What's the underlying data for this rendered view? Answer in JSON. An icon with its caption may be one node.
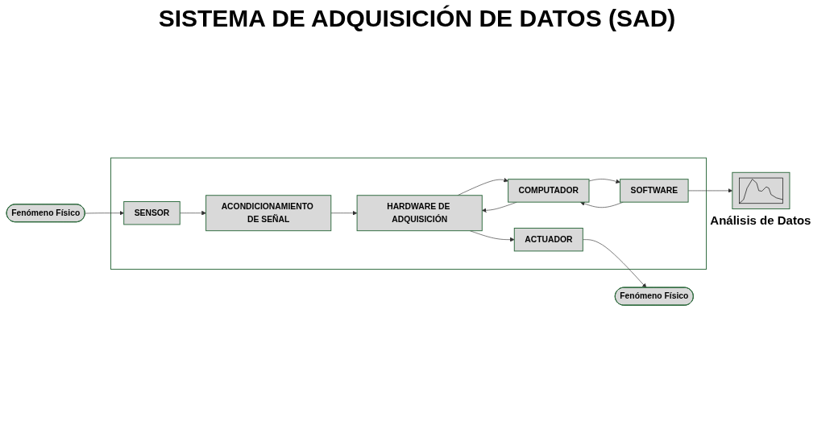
{
  "diagram": {
    "title": "SISTEMA DE ADQUISICIÓN DE DATOS (SAD)",
    "nodes": [
      {
        "text": [
          "Fenómeno Físico"
        ]
      },
      {
        "text": [],
        "shape": "box"
      },
      {
        "text": [
          "SENSOR"
        ],
        "in": 1
      },
      {
        "text": [
          "ACONDICIONAMIENTO DE SEÑAL"
        ],
        "in": 1
      },
      {
        "text": [
          "HARDWARE DE ADQUISICIÓN"
        ],
        "in": 1
      },
      {
        "text": [
          "COMPUTADOR"
        ],
        "in": 1
      },
      {
        "text": [
          "SOFTWARE"
        ],
        "in": 1
      },
      {
        "text": [
          "ACTUADOR"
        ],
        "in": 1
      },
      {
        "text": [
          "Fenómeno Físico"
        ]
      },
      {
        "text": [],
        "shape": "picture",
        "beside": [
          "Análisis de Datos"
        ]
      }
    ],
    "edges": [
      {
        "from": 0,
        "to": 2,
        "arrow": "to"
      },
      {
        "from": 2,
        "to": 3,
        "arrow": "to"
      },
      {
        "from": 3,
        "to": 4,
        "arrow": "to"
      },
      {
        "from": 4,
        "to": 5,
        "arrow": "to"
      },
      {
        "from": 5,
        "to": 4,
        "arrow": "to"
      },
      {
        "from": 5,
        "to": 6,
        "arrow": "to"
      },
      {
        "from": 6,
        "to": 5,
        "arrow": "to"
      },
      {
        "from": 4,
        "to": 7,
        "arrow": "to"
      },
      {
        "from": 7,
        "to": 8,
        "arrow": "to"
      },
      {
        "from": 6,
        "to": 9,
        "arrow": "to"
      }
    ]
  }
}
